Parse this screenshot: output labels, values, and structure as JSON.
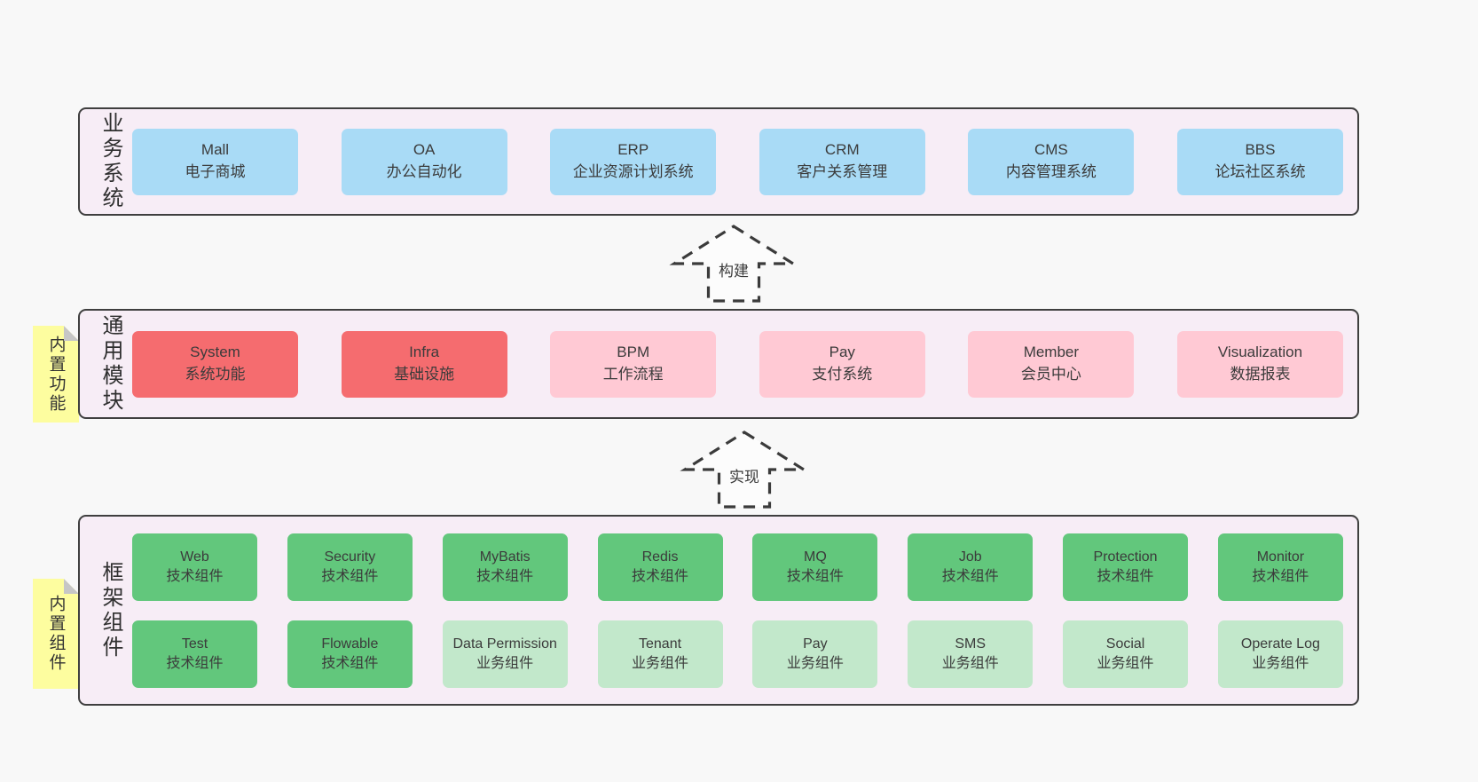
{
  "colors": {
    "page_bg": "#f8f8f8",
    "panel_bg": "#f7edf6",
    "panel_border": "#3f3f3f",
    "node_blue": "#a9dbf6",
    "node_red": "#f56c6f",
    "node_pink": "#ffc9d4",
    "node_green": "#62c77c",
    "node_light_green": "#c2e8cb",
    "sticky_yellow": "#fdfd9f",
    "text": "#3b3b3b"
  },
  "sections": {
    "business": {
      "label": "业务系统",
      "boxes": [
        {
          "title": "Mall",
          "subtitle": "电子商城"
        },
        {
          "title": "OA",
          "subtitle": "办公自动化"
        },
        {
          "title": "ERP",
          "subtitle": "企业资源计划系统"
        },
        {
          "title": "CRM",
          "subtitle": "客户关系管理"
        },
        {
          "title": "CMS",
          "subtitle": "内容管理系统"
        },
        {
          "title": "BBS",
          "subtitle": "论坛社区系统"
        }
      ]
    },
    "modules": {
      "label": "通用模块",
      "sticky": "内置功能",
      "boxes": [
        {
          "title": "System",
          "subtitle": "系统功能"
        },
        {
          "title": "Infra",
          "subtitle": "基础设施"
        },
        {
          "title": "BPM",
          "subtitle": "工作流程"
        },
        {
          "title": "Pay",
          "subtitle": "支付系统"
        },
        {
          "title": "Member",
          "subtitle": "会员中心"
        },
        {
          "title": "Visualization",
          "subtitle": "数据报表"
        }
      ]
    },
    "framework": {
      "label": "框架组件",
      "sticky": "内置组件",
      "rows": [
        [
          {
            "title": "Web",
            "subtitle": "技术组件"
          },
          {
            "title": "Security",
            "subtitle": "技术组件"
          },
          {
            "title": "MyBatis",
            "subtitle": "技术组件"
          },
          {
            "title": "Redis",
            "subtitle": "技术组件"
          },
          {
            "title": "MQ",
            "subtitle": "技术组件"
          },
          {
            "title": "Job",
            "subtitle": "技术组件"
          },
          {
            "title": "Protection",
            "subtitle": "技术组件"
          },
          {
            "title": "Monitor",
            "subtitle": "技术组件"
          }
        ],
        [
          {
            "title": "Test",
            "subtitle": "技术组件"
          },
          {
            "title": "Flowable",
            "subtitle": "技术组件"
          },
          {
            "title": "Data Permission",
            "subtitle": "业务组件"
          },
          {
            "title": "Tenant",
            "subtitle": "业务组件"
          },
          {
            "title": "Pay",
            "subtitle": "业务组件"
          },
          {
            "title": "SMS",
            "subtitle": "业务组件"
          },
          {
            "title": "Social",
            "subtitle": "业务组件"
          },
          {
            "title": "Operate Log",
            "subtitle": "业务组件"
          }
        ]
      ]
    }
  },
  "arrows": [
    {
      "label": "构建"
    },
    {
      "label": "实现"
    }
  ]
}
